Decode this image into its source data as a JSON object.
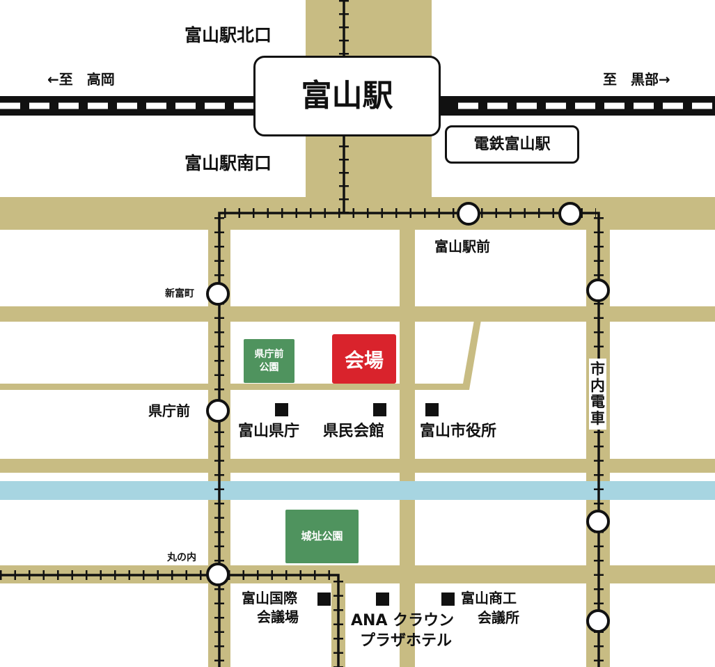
{
  "stations": {
    "toyama_station": "富山駅",
    "north_exit": "富山駅北口",
    "south_exit": "富山駅南口",
    "dentetsu_toyama": "電鉄富山駅"
  },
  "directions": {
    "to_takaoka": "←至　高岡",
    "to_kurobe": "至　黒部→"
  },
  "tram": {
    "line_label_chars": [
      "市",
      "内",
      "電",
      "車"
    ],
    "stops": {
      "toyama_ekimae": "富山駅前",
      "shintomicho": "新富町",
      "kenchomae": "県庁前",
      "marunouchi": "丸の内"
    }
  },
  "venue": {
    "label": "会場"
  },
  "parks": {
    "kenchomae_park": [
      "県庁前",
      "公園"
    ],
    "joshi_park": "城址公園"
  },
  "buildings": {
    "prefectural_office": "富山県庁",
    "kenmin_kaikan": "県民会館",
    "city_hall": "富山市役所",
    "kokusai_kaigijo": [
      "富山国際",
      "会議場"
    ],
    "ana_hotel": [
      "ANA クラウン",
      "プラザホテル"
    ],
    "shoko_kaigisho": [
      "富山商工",
      "会議所"
    ]
  },
  "colors": {
    "road": "#c8bc83",
    "river": "#a7d5e1",
    "park": "#4f935e",
    "venue": "#d9232c",
    "rail": "#111111"
  }
}
